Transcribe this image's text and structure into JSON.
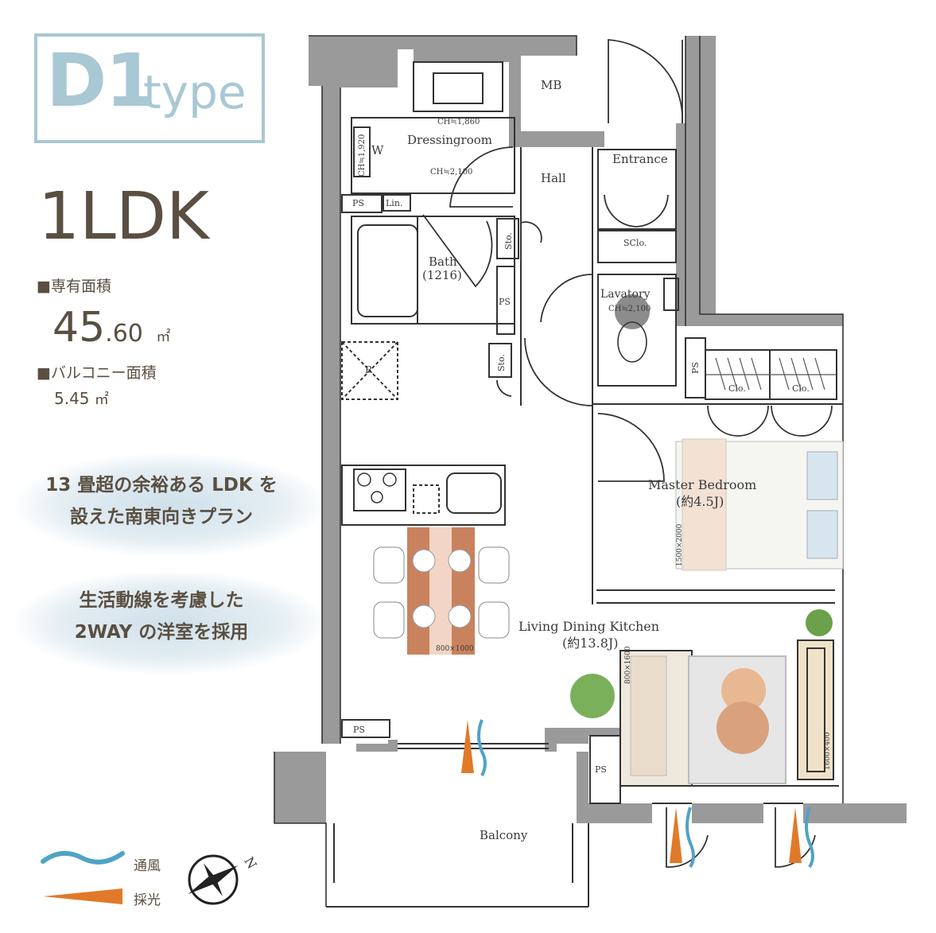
{
  "header": {
    "type_code": "D1",
    "type_word": "type",
    "layout": "1LDK"
  },
  "areas": {
    "interior_label": "■専有面積",
    "interior_int": "45",
    "interior_dec": ".60",
    "interior_unit": "㎡",
    "balcony_label": "■バルコニー面積",
    "balcony_value": "5.45",
    "balcony_unit": "㎡"
  },
  "features": [
    {
      "line1": "13 畳超の余裕ある LDK を",
      "line2": "設えた南東向きプラン"
    },
    {
      "line1": "生活動線を考慮した",
      "line2": "2WAY の洋室を採用"
    }
  ],
  "legend": {
    "wind": "通風",
    "light": "採光",
    "compass_letter": "N",
    "wind_color": "#4fa3c7",
    "light_color": "#e07a2a"
  },
  "rooms": {
    "mb": "MB",
    "dressing": "Dressingroom",
    "ch_1860": "CH≒1,860",
    "ch_1920": "CH≒1,920",
    "ch_2100a": "CH≒2,100",
    "w": "W",
    "hall": "Hall",
    "entrance": "Entrance",
    "ps1": "PS",
    "lin": "Lin.",
    "sto1": "Sto.",
    "sclo": "SClo.",
    "bath": "Bath",
    "bath_size": "(1216)",
    "ps2": "PS",
    "lavatory": "Lavatory",
    "ch_2100b": "CH≒2,100",
    "r": "R",
    "sto2": "Sto.",
    "ps3": "PS",
    "clo1": "Clo.",
    "clo2": "Clo.",
    "master": "Master Bedroom",
    "master_size": "(約4.5J)",
    "bed_dim": "1500×2000",
    "table_dim": "800×1000",
    "ldk": "Living Dining Kitchen",
    "ldk_size": "(約13.8J)",
    "sofa_dim": "800×1600",
    "tv_dim": "1600×400",
    "ps4": "PS",
    "ps5": "PS",
    "balcony": "Balcony"
  }
}
